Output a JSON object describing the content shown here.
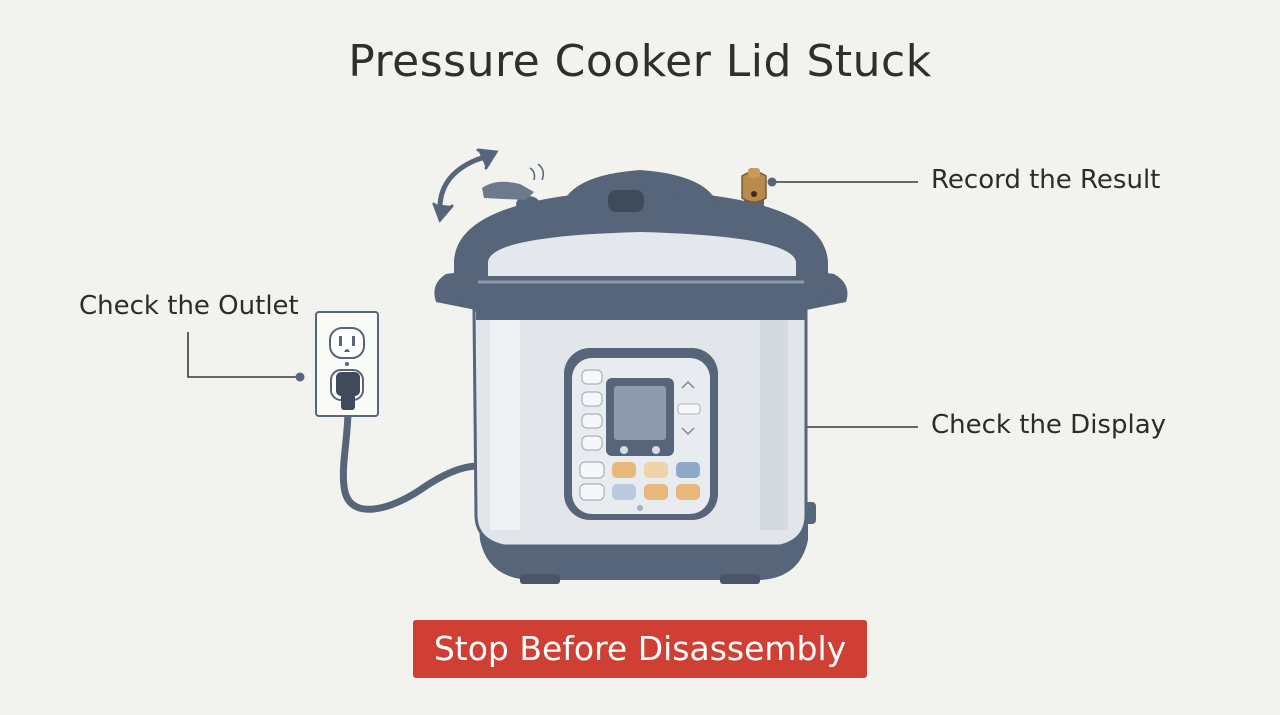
{
  "title": "Pressure Cooker Lid Stuck",
  "callouts": {
    "record_result": "Record the Result",
    "check_outlet": "Check the Outlet",
    "check_display": "Check the Display"
  },
  "warning_banner": "Stop Before Disassembly",
  "colors": {
    "background": "#f2f2ee",
    "body_blue_gray": "#56657a",
    "steel": "#e2e6ea",
    "warning_red": "#cf3f34",
    "valve_bronze": "#b98a4e",
    "button_orange": "#e8b87a",
    "button_blue": "#8ea9c8"
  },
  "icons": [
    "rotate-arrows-icon",
    "pressure-valve-icon",
    "wall-outlet-icon",
    "power-plug-icon"
  ]
}
